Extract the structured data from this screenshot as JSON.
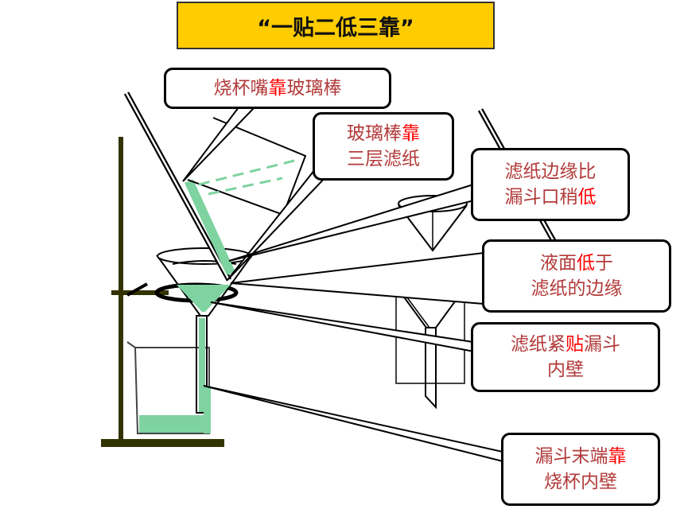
{
  "title": "“一贴二低三靠”",
  "callouts": {
    "c1": {
      "l1a": "烧杯嘴",
      "l1b": "靠",
      "l1c": "玻璃棒"
    },
    "c2": {
      "l1a": "玻璃棒",
      "l1b": "靠",
      "l2": "三层滤纸"
    },
    "c3": {
      "l1": "滤纸边缘比",
      "l2a": "漏斗口稍",
      "l2b": "低"
    },
    "c4": {
      "l1a": "液面",
      "l1b": "低",
      "l1c": "于",
      "l2": "滤纸的边缘"
    },
    "c5": {
      "l1a": "滤纸紧",
      "l1b": "贴",
      "l1c": "漏斗",
      "l2": "内壁"
    },
    "c6": {
      "l1a": "漏斗末端",
      "l1b": "靠",
      "l2": "烧杯内壁"
    }
  },
  "colors": {
    "liquid": "#7ed3a0",
    "stand": "#333300",
    "title_bg": "#ffcc00",
    "text": "#b23a3a",
    "emphasis": "#ff0000"
  }
}
